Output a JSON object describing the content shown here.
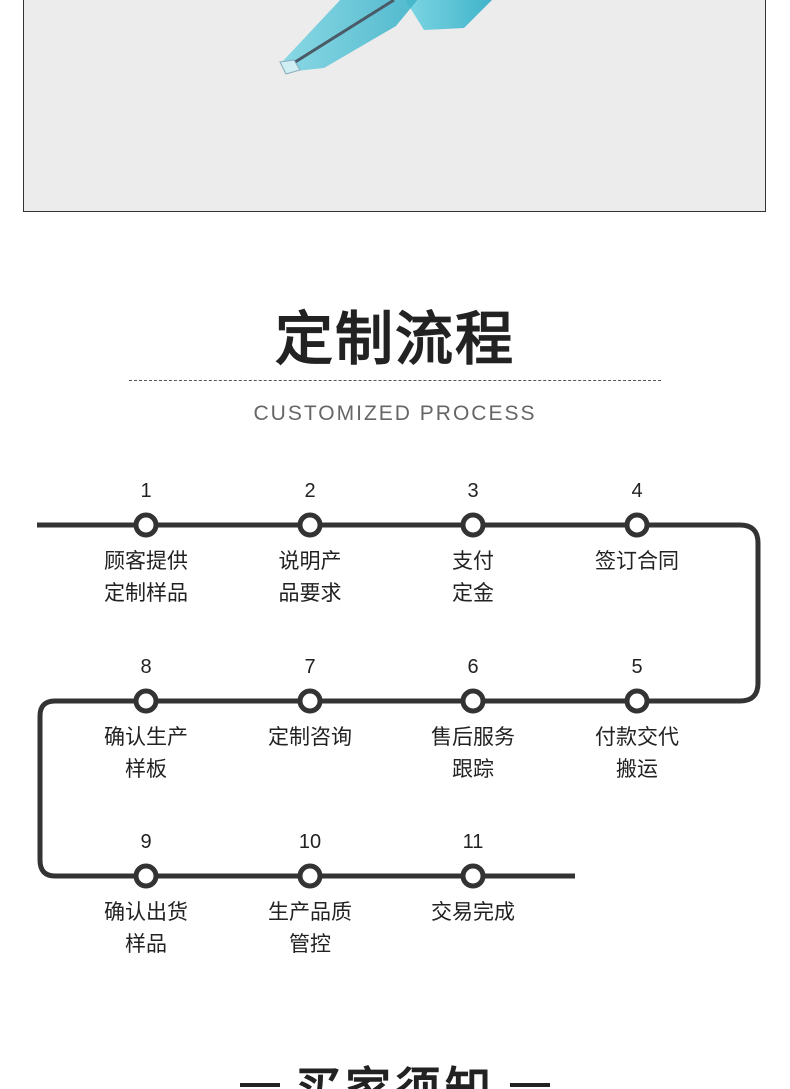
{
  "section": {
    "title": "定制流程",
    "subtitle": "CUSTOMIZED PROCESS"
  },
  "steps": [
    {
      "num": "1",
      "label": "顾客提供\n定制样品"
    },
    {
      "num": "2",
      "label": "说明产\n品要求"
    },
    {
      "num": "3",
      "label": "支付\n定金"
    },
    {
      "num": "4",
      "label": "签订合同"
    },
    {
      "num": "5",
      "label": "付款交代\n搬运"
    },
    {
      "num": "6",
      "label": "售后服务\n跟踪"
    },
    {
      "num": "7",
      "label": "定制咨询"
    },
    {
      "num": "8",
      "label": "确认生产\n样板"
    },
    {
      "num": "9",
      "label": "确认出货\n样品"
    },
    {
      "num": "10",
      "label": "生产品质\n管控"
    },
    {
      "num": "11",
      "label": "交易完成"
    }
  ],
  "notice": {
    "title": "买家须知"
  },
  "colors": {
    "line": "#333333",
    "text": "#222222",
    "subtitle": "#666666",
    "product_bg": "#ececec",
    "product_accent": "#56c3d6"
  }
}
